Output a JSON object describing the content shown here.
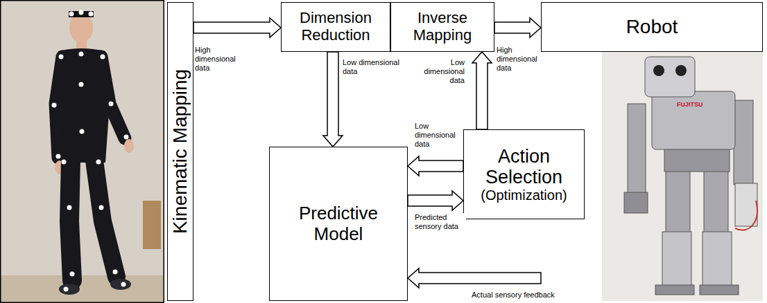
{
  "diagram": {
    "nodes": [
      {
        "text": [
          "Kinematic Mapping"
        ]
      },
      {
        "text": [
          "Dimension Reduction"
        ]
      },
      {
        "text": [
          "Inverse Mapping"
        ]
      },
      {
        "text": [
          "Robot"
        ]
      },
      {
        "text": [
          "Predictive Model"
        ]
      },
      {
        "text": [
          "Action Selection",
          "(Optimization)"
        ]
      }
    ],
    "edges": [
      {
        "from": 0,
        "to": 1,
        "arrow": "to",
        "label": "High dimensional data"
      },
      {
        "from": 1,
        "to": 4,
        "arrow": "to",
        "label": "Low dimensional data"
      },
      {
        "from": 5,
        "to": 2,
        "arrow": "to",
        "label": "Low dimensional data"
      },
      {
        "from": 2,
        "to": 3,
        "arrow": "to",
        "label": "High dimensional data"
      },
      {
        "from": 5,
        "to": 4,
        "arrow": "to",
        "label": "Low dimensional data"
      },
      {
        "from": 4,
        "to": 5,
        "arrow": "to",
        "label": "Predicted sensory data"
      },
      {
        "from": 3,
        "to": 4,
        "arrow": "to",
        "label": "Actual sensory feedback"
      }
    ],
    "labels": [
      "FUJITSU"
    ]
  }
}
